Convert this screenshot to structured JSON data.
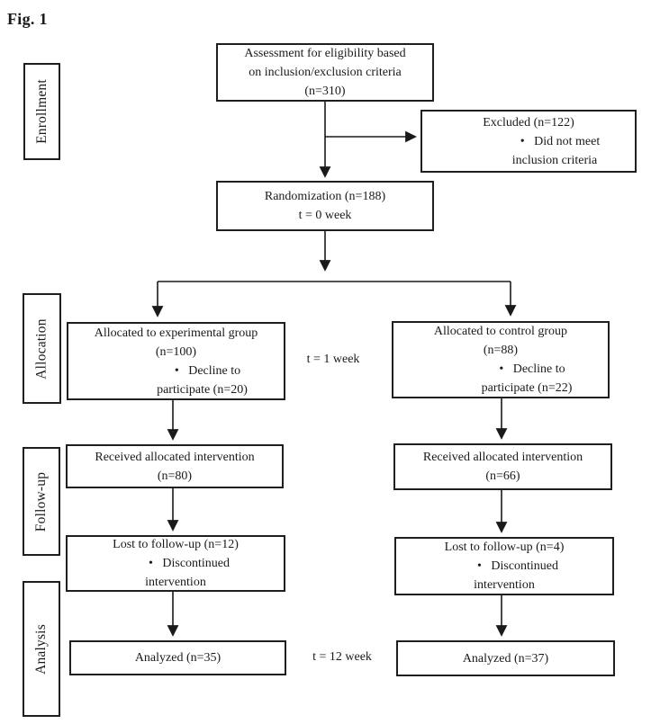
{
  "figure": {
    "label": "Fig. 1"
  },
  "stages": [
    {
      "label": "Enrollment"
    },
    {
      "label": "Allocation"
    },
    {
      "label": "Follow-up"
    },
    {
      "label": "Analysis"
    }
  ],
  "nodes": {
    "assessment": {
      "lines": [
        "Assessment for eligibility based",
        "on inclusion/exclusion criteria",
        "(n=310)"
      ]
    },
    "excluded": {
      "lines": [
        "Excluded (n=122)",
        "•   Did not meet",
        "inclusion criteria"
      ]
    },
    "randomization": {
      "lines": [
        "Randomization (n=188)",
        "t = 0 week"
      ]
    },
    "experimental": {
      "lines": [
        "Allocated to experimental group",
        "(n=100)",
        "•   Decline to",
        "participate (n=20)"
      ]
    },
    "control": {
      "lines": [
        "Allocated to control group",
        "(n=88)",
        "•   Decline to",
        "participate (n=22)"
      ]
    },
    "received_exp": {
      "lines": [
        "Received allocated intervention",
        "(n=80)"
      ]
    },
    "received_ctrl": {
      "lines": [
        "Received allocated intervention",
        "(n=66)"
      ]
    },
    "lost_exp": {
      "lines": [
        "Lost to follow-up (n=12)",
        "•   Discontinued",
        "intervention"
      ]
    },
    "lost_ctrl": {
      "lines": [
        "Lost to follow-up (n=4)",
        "•   Discontinued",
        "intervention"
      ]
    },
    "analyzed_exp": {
      "lines": [
        "Analyzed (n=35)"
      ]
    },
    "analyzed_ctrl": {
      "lines": [
        "Analyzed (n=37)"
      ]
    }
  },
  "annotations": {
    "t1_week": "t = 1 week",
    "t12_week": "t = 12 week"
  },
  "colors": {
    "line": "#1a1a1a",
    "text": "#1a1a1a",
    "background": "#ffffff"
  }
}
